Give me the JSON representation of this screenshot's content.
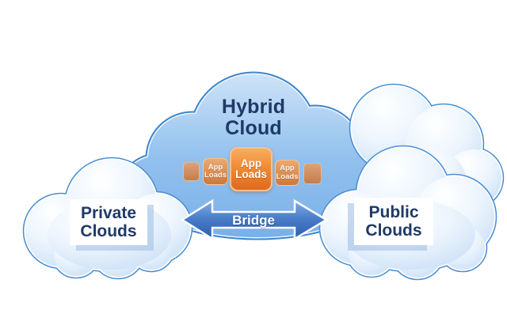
{
  "diagram": {
    "hybrid_cloud": {
      "title_line1": "Hybrid",
      "title_line2": "Cloud"
    },
    "private_cloud": {
      "label_line1": "Private",
      "label_line2": "Clouds"
    },
    "public_cloud": {
      "label_line1": "Public",
      "label_line2": "Clouds"
    },
    "bridge": {
      "label": "Bridge"
    },
    "app_loads": {
      "center": {
        "line1": "App",
        "line2": "Loads"
      },
      "left": {
        "line1": "App",
        "line2": "Loads"
      },
      "right": {
        "line1": "App",
        "line2": "Loads"
      }
    },
    "colors": {
      "main_cloud_border": "#3d85cc",
      "main_cloud_fill_top": "#c6ddf6",
      "main_cloud_fill_bottom": "#7aafe8",
      "light_cloud_border": "#4a8fd1",
      "light_cloud_fill": "#c6ddf6",
      "label_text_navy": "#1e3a66",
      "arrow_blue_top": "#84aee3",
      "arrow_blue_bottom": "#2c5dac",
      "app_orange_top": "#f8ad5e",
      "app_orange_bottom": "#e0691e",
      "background": "#ffffff"
    }
  }
}
